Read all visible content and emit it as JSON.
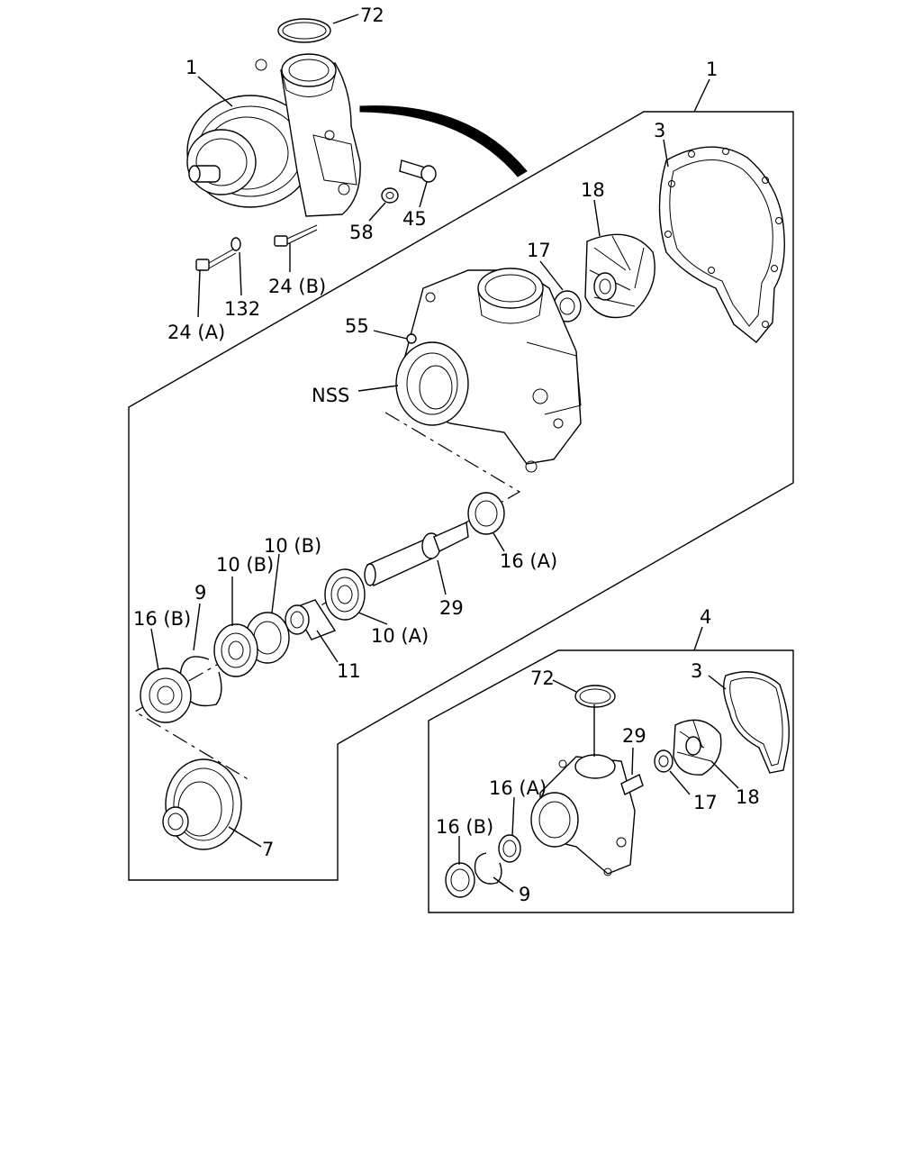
{
  "labels": {
    "top_72": "72",
    "top_1": "1",
    "frame_1": "1",
    "l_3": "3",
    "l_18": "18",
    "l_17": "17",
    "l_55": "55",
    "l_nss": "NSS",
    "l_58": "58",
    "l_45": "45",
    "l_24b": "24 (B)",
    "l_132": "132",
    "l_24a": "24 (A)",
    "l_16a": "16 (A)",
    "l_29": "29",
    "l_10a": "10 (A)",
    "l_11": "11",
    "l_10b_1": "10 (B)",
    "l_10b_2": "10 (B)",
    "l_9": "9",
    "l_16b": "16 (B)",
    "l_7": "7",
    "l_4": "4",
    "k_72": "72",
    "k_3": "3",
    "k_29": "29",
    "k_16a": "16 (A)",
    "k_17": "17",
    "k_18": "18",
    "k_16b": "16 (B)",
    "k_9": "9"
  }
}
